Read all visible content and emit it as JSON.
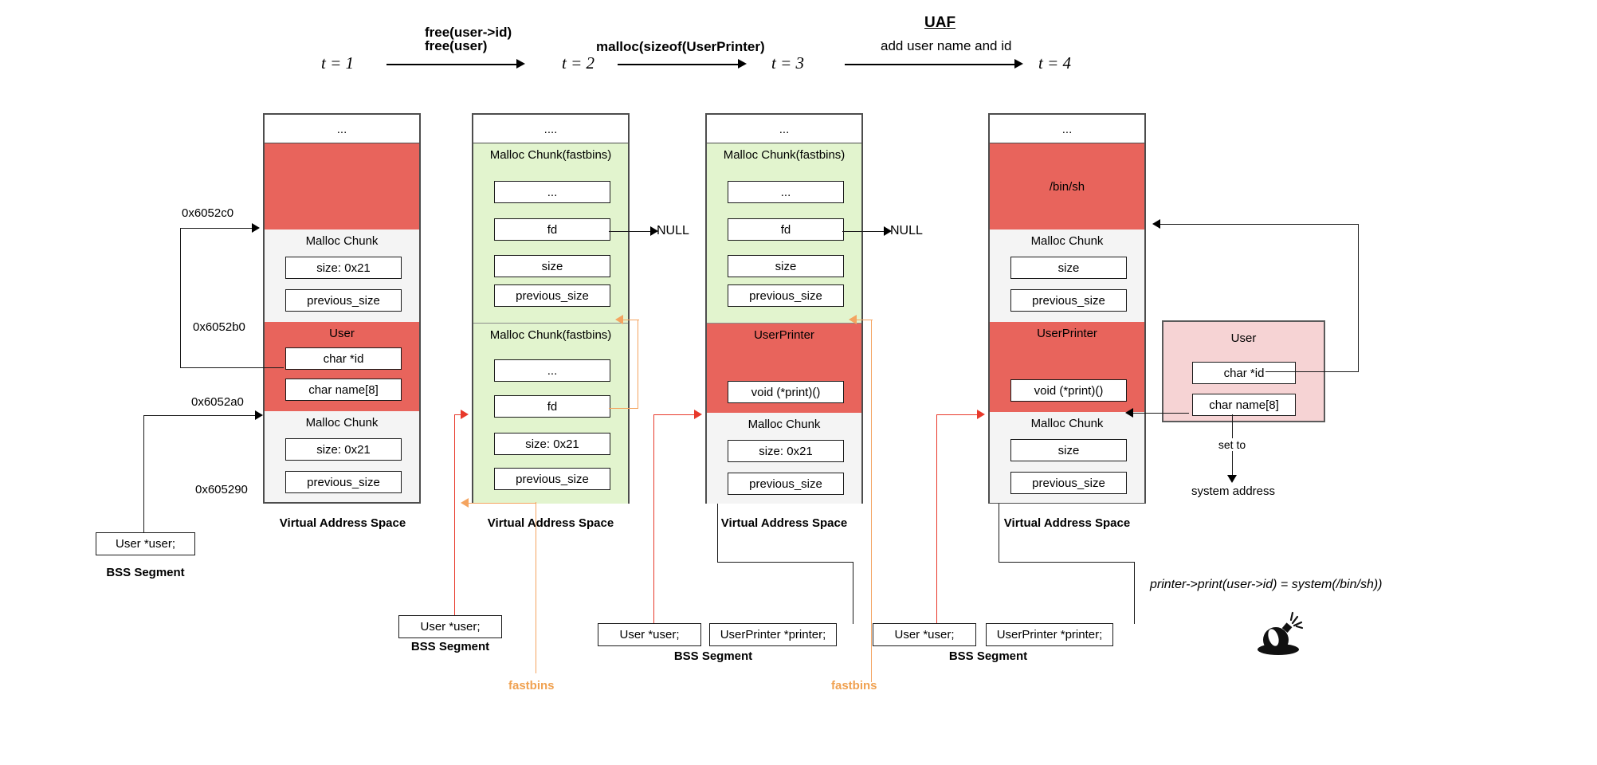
{
  "timeline": {
    "steps": [
      {
        "id": "t1",
        "label": "t = 1"
      },
      {
        "id": "t2",
        "label": "t = 2"
      },
      {
        "id": "t3",
        "label": "t = 3"
      },
      {
        "id": "t4",
        "label": "t = 4"
      }
    ],
    "transitions": [
      {
        "id": "tr1",
        "line1": "free(user->id)",
        "line2": "free(user)"
      },
      {
        "id": "tr2",
        "line1": "malloc(sizeof(UserPrinter)",
        "line2": ""
      },
      {
        "id": "tr3",
        "title": "UAF",
        "line1": "add user name  and id",
        "line2": ""
      }
    ]
  },
  "addresses": {
    "a1": "0x6052c0",
    "a2": "0x6052b0",
    "a3": "0x6052a0",
    "a4": "0x605290"
  },
  "labels": {
    "virtual_address_space": "Virtual Address Space",
    "bss_segment": "BSS Segment",
    "null": "NULL",
    "fastbins": "fastbins",
    "set_to": "set to",
    "system_address": "system address",
    "formula": "printer->print(user->id) = system(/bin/sh))",
    "dots_short": "...",
    "dots_long": "...."
  },
  "fields": {
    "size_0x21": "size: 0x21",
    "size": "size",
    "previous_size": "previous_size",
    "fd": "fd",
    "dots": "...",
    "char_id": "char *id",
    "char_name": "char name[8]",
    "void_print": "void (*print)()"
  },
  "sections": {
    "malloc_chunk": "Malloc Chunk",
    "malloc_chunk_fastbins": "Malloc Chunk(fastbins)",
    "user": "User",
    "user_printer": "UserPrinter",
    "bin_sh": "/bin/sh"
  },
  "bss_boxes": {
    "user_ptr": "User *user;",
    "printer_ptr": "UserPrinter *printer;"
  },
  "colors": {
    "red": "#e8645c",
    "green": "#e2f4ce",
    "grey": "#f4f4f4",
    "pink": "#f6d3d4",
    "orange": "#f4a460",
    "red_arrow": "#e8392b"
  }
}
